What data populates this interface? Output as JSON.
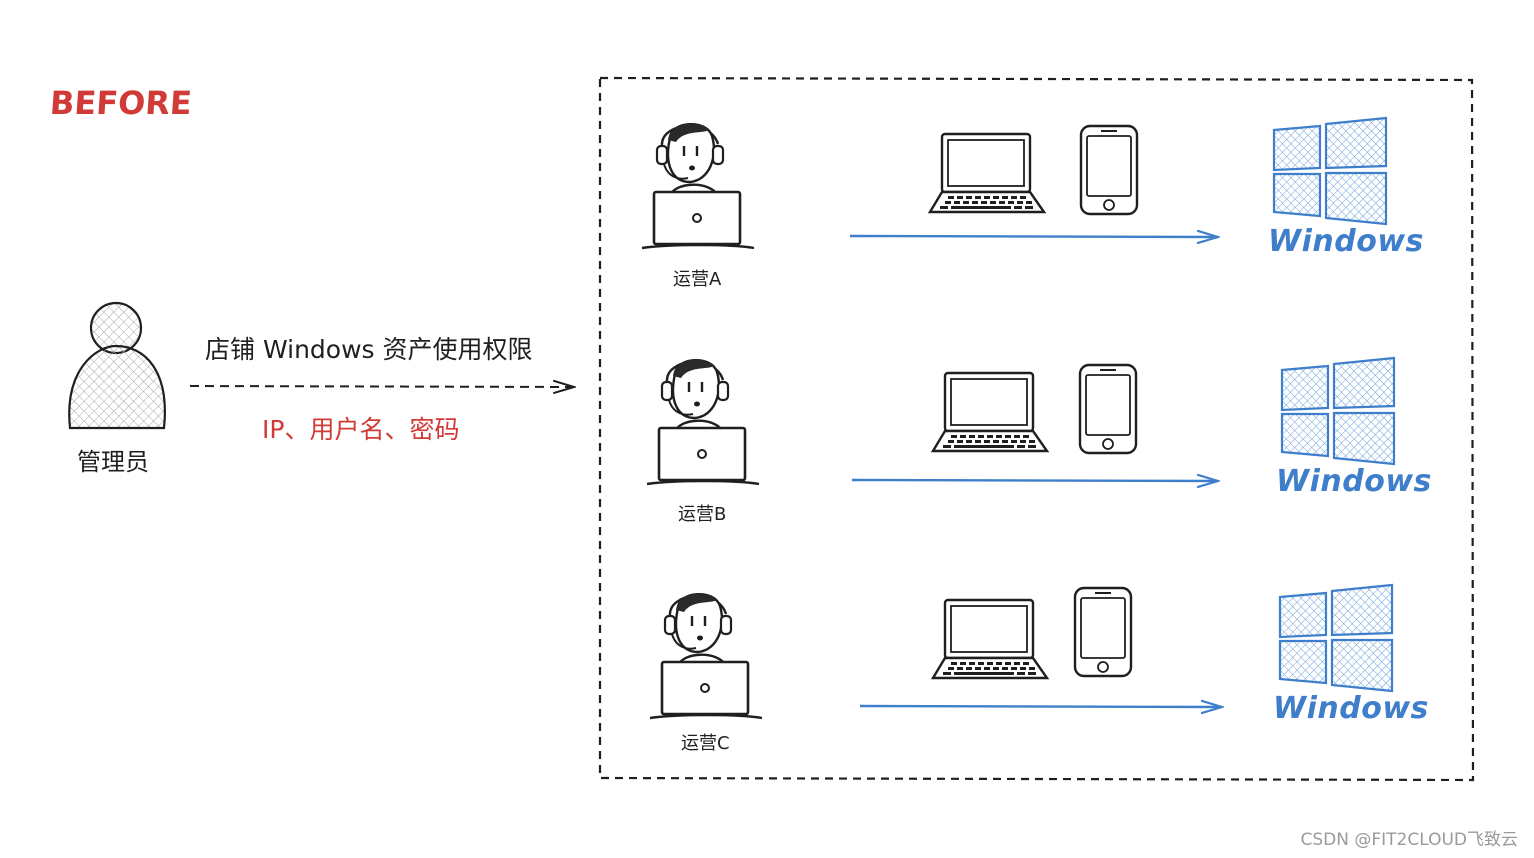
{
  "header": {
    "before_label": "BEFORE"
  },
  "admin": {
    "label": "管理员"
  },
  "flow": {
    "permission_label": "店铺 Windows 资产使用权限",
    "credentials_label": "IP、用户名、密码"
  },
  "operators": [
    {
      "label": "运营A",
      "target": "Windows"
    },
    {
      "label": "运营B",
      "target": "Windows"
    },
    {
      "label": "运营C",
      "target": "Windows"
    }
  ],
  "watermark": "CSDN @FIT2CLOUD飞致云",
  "colors": {
    "accent_red": "#d03a37",
    "windows_blue": "#3e7ecb",
    "ink": "#1f1f1f"
  },
  "icons": [
    "person-icon",
    "operator-icon",
    "laptop-icon",
    "phone-icon",
    "windows-logo-icon",
    "arrow-icon"
  ]
}
